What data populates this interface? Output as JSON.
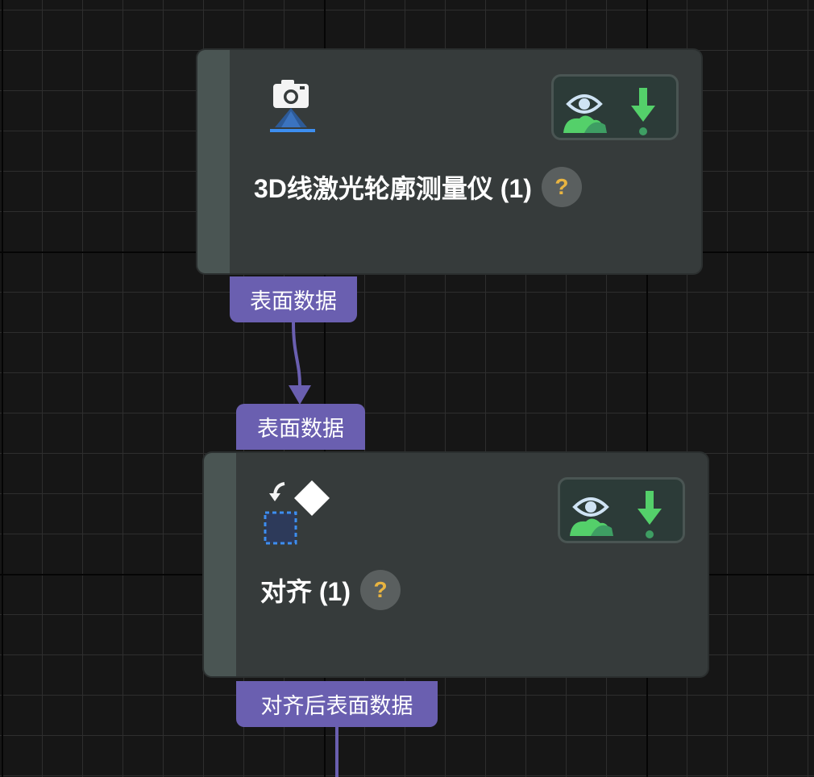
{
  "nodes": [
    {
      "title": "3D线激光轮廓测量仪 (1)",
      "help": "?",
      "icon": "laser-profiler-camera-icon",
      "actions": [
        "visualize-eye-icon",
        "download-arrow-icon"
      ],
      "output_port": "表面数据"
    },
    {
      "title": "对齐 (1)",
      "help": "?",
      "icon": "align-transform-icon",
      "actions": [
        "visualize-eye-icon",
        "download-arrow-icon"
      ],
      "input_port": "表面数据",
      "output_port": "对齐后表面数据"
    }
  ],
  "colors": {
    "canvas": "#161616",
    "grid": "#2e2e2e",
    "node": "#363b3b",
    "node_strip": "#4a5553",
    "port": "#6a5fb0",
    "wire": "#6a5fb0",
    "help_mark": "#e9b440",
    "eye_icon": "#cfe3f4",
    "landscape_icon": "#54d06a",
    "download_icon": "#54d06a"
  }
}
